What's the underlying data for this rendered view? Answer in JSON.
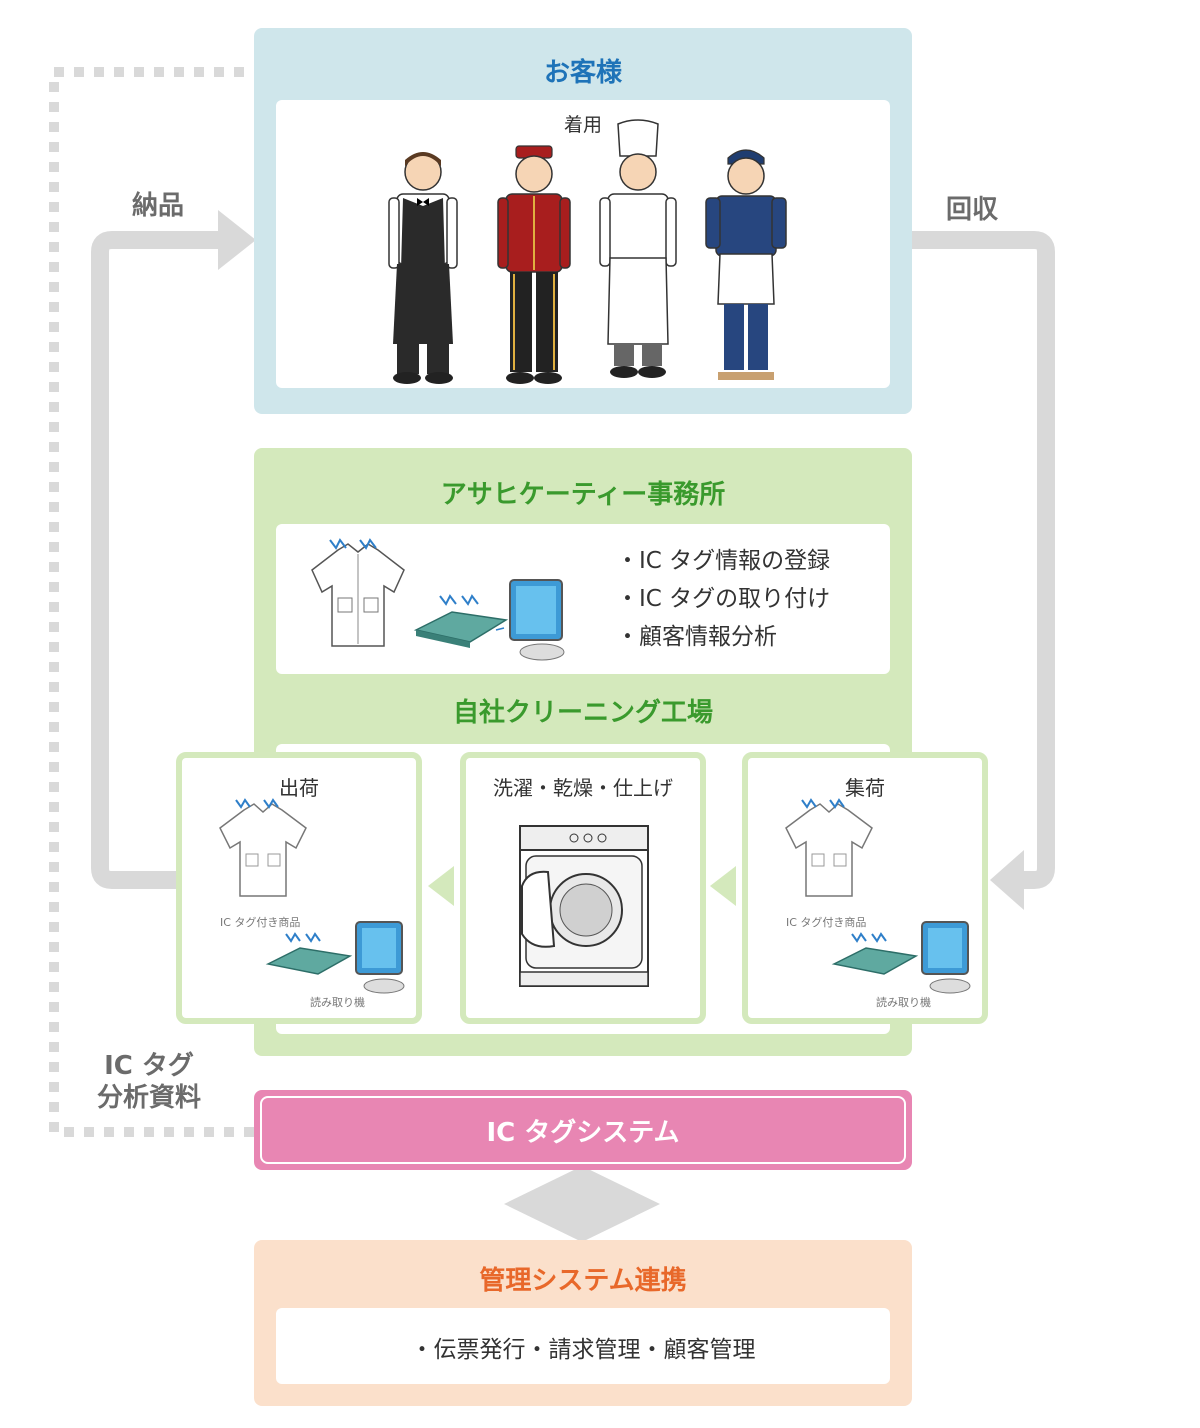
{
  "customer": {
    "title": "お客様",
    "wearing_label": "着用",
    "figures": [
      "waiter-figure",
      "bellhop-figure",
      "chef-figure",
      "japanese-cook-figure"
    ]
  },
  "flow": {
    "delivery_label": "納品",
    "collection_label": "回収",
    "ic_analysis_label_line1": "IC タグ",
    "ic_analysis_label_line2": "分析資料"
  },
  "office": {
    "title": "アサヒケーティー事務所",
    "items": [
      "・IC タグ情報の登録",
      "・IC タグの取り付け",
      "・顧客情報分析"
    ]
  },
  "factory": {
    "title": "自社クリーニング工場",
    "stages": {
      "shipping": {
        "title": "出荷",
        "product_label": "IC タグ付き商品",
        "reader_label": "読み取り機"
      },
      "washing": {
        "title": "洗濯・乾燥・仕上げ"
      },
      "collection": {
        "title": "集荷",
        "product_label": "IC タグ付き商品",
        "reader_label": "読み取り機"
      }
    }
  },
  "ic_system": {
    "title": "IC タグシステム"
  },
  "management": {
    "title": "管理システム連携",
    "items": "・伝票発行・請求管理・顧客管理"
  },
  "colors": {
    "customer_bg": "#cfe6eb",
    "customer_title": "#1e73b8",
    "office_bg": "#d4e9bc",
    "office_title": "#3a9a2d",
    "ic_system_bg": "#e886b3",
    "management_bg": "#fbe0cb",
    "management_title": "#e8682a",
    "arrow_gray": "#d9d9d9"
  }
}
